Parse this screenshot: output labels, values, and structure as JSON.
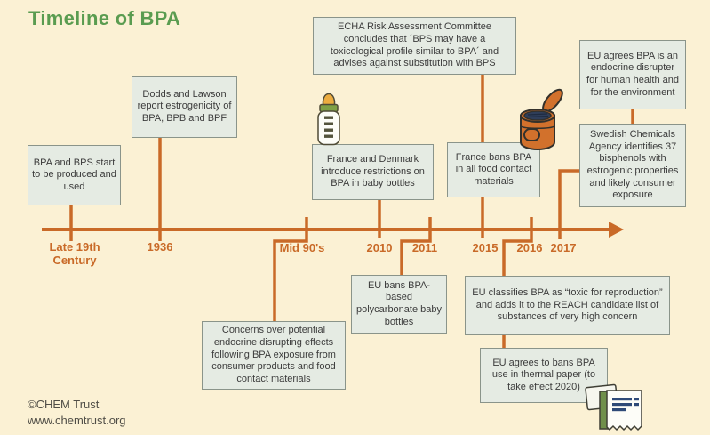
{
  "title": "Timeline of BPA",
  "colors": {
    "background": "#FBF1D4",
    "accent_orange": "#C96A28",
    "title_green": "#5A9C50",
    "box_fill": "#E5EBE3",
    "box_border": "#8A948A",
    "box_text": "#3C3C3C",
    "footer_text": "#504E47"
  },
  "axis": {
    "labels": [
      "Late 19th Century",
      "1936",
      "Mid 90's",
      "2010",
      "2011",
      "2015",
      "2016",
      "2017"
    ]
  },
  "events": [
    {
      "id": "bpa-bps-start",
      "period": "Late 19th Century",
      "text": "BPA and BPS start to be produced and used"
    },
    {
      "id": "dodds-lawson",
      "period": "1936",
      "text": "Dodds and Lawson report estrogenicity of BPA, BPB and BPF"
    },
    {
      "id": "echa-rac",
      "period": "2015",
      "text": "ECHA Risk Assessment Committee concludes that ´BPS may have a toxicological profile similar to BPA´ and advises against substitution with BPS"
    },
    {
      "id": "france-denmark",
      "period": "2010",
      "text": "France and Denmark introduce restrictions on BPA in baby bottles"
    },
    {
      "id": "france-bans",
      "period": "2015",
      "text": "France bans BPA in all food contact materials"
    },
    {
      "id": "eu-endocrine",
      "period": "2017",
      "text": "EU agrees BPA is an endocrine disrupter for human health and for the environment"
    },
    {
      "id": "swedish-agency",
      "period": "2017",
      "text": "Swedish Chemicals Agency identifies 37 bisphenols with estrogenic properties and likely consumer exposure"
    },
    {
      "id": "concerns",
      "period": "Mid 90's",
      "text": "Concerns over potential endocrine disrupting effects following BPA exposure from consumer products and food contact materials"
    },
    {
      "id": "eu-bans-bottles",
      "period": "2011",
      "text": "EU bans BPA-based polycarbonate baby bottles"
    },
    {
      "id": "eu-classifies",
      "period": "2016",
      "text": "EU classifies BPA as “toxic for reproduction” and adds it to the REACH candidate list of substances of very high concern"
    },
    {
      "id": "eu-thermal",
      "period": "2016",
      "text": "EU agrees to bans BPA use in thermal paper (to take effect 2020)"
    }
  ],
  "icons": [
    "baby-bottle-icon",
    "tin-can-icon",
    "thermal-paper-receipt-icon"
  ],
  "footer": {
    "credit": "©CHEM Trust",
    "website": "www.chemtrust.org"
  }
}
